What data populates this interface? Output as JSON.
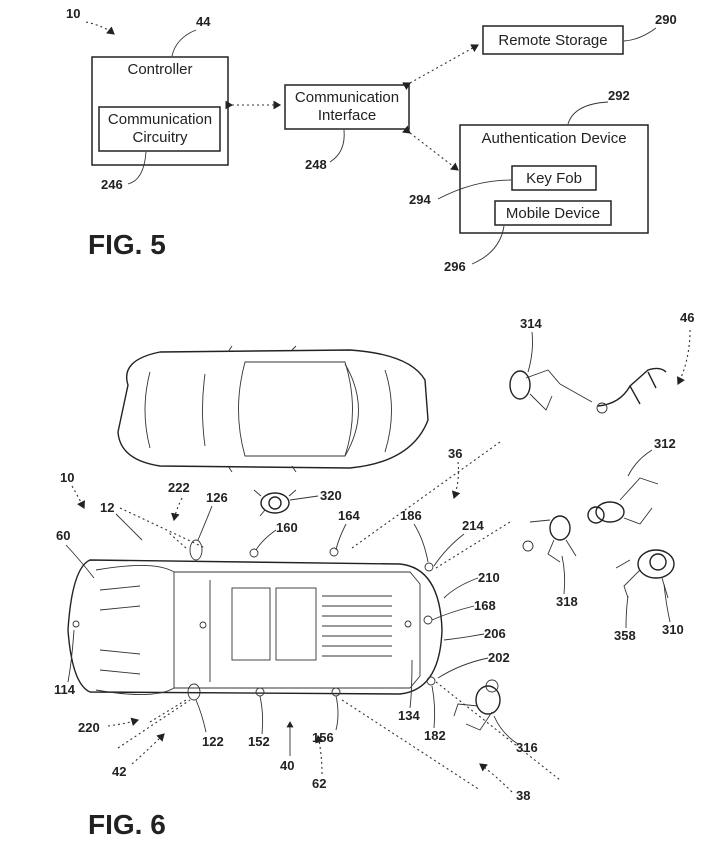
{
  "fig5": {
    "title": "FIG. 5",
    "controller": {
      "label": "Controller",
      "ref": "44"
    },
    "comm_circuitry": {
      "line1": "Communication",
      "line2": "Circuitry",
      "ref": "246"
    },
    "comm_interface": {
      "line1": "Communication",
      "line2": "Interface",
      "ref": "248"
    },
    "remote_storage": {
      "label": "Remote Storage",
      "ref": "290"
    },
    "auth_device": {
      "label": "Authentication Device",
      "ref": "292"
    },
    "key_fob": {
      "label": "Key Fob",
      "ref": "294"
    },
    "mobile_device": {
      "label": "Mobile Device",
      "ref": "296"
    },
    "system_ref": "10"
  },
  "fig6": {
    "title": "FIG. 6",
    "refs": {
      "r10": "10",
      "r12": "12",
      "r60": "60",
      "r114": "114",
      "r122": "122",
      "r126": "126",
      "r134": "134",
      "r152": "152",
      "r156": "156",
      "r160": "160",
      "r164": "164",
      "r168": "168",
      "r182": "182",
      "r186": "186",
      "r202": "202",
      "r206": "206",
      "r210": "210",
      "r214": "214",
      "r220": "220",
      "r222": "222",
      "r36": "36",
      "r38": "38",
      "r40": "40",
      "r42": "42",
      "r46": "46",
      "r62": "62",
      "r310": "310",
      "r312": "312",
      "r314": "314",
      "r316": "316",
      "r318": "318",
      "r320": "320",
      "r358": "358"
    }
  }
}
